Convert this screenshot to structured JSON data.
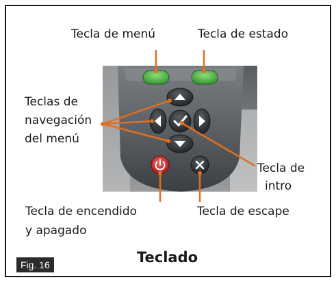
{
  "labels": {
    "menu_key": "Tecla de menú",
    "status_key": "Tecla de estado",
    "nav_keys_line1": "Teclas de",
    "nav_keys_line2": "navegación",
    "nav_keys_line3": "del menú",
    "enter_key_line1": "Tecla de",
    "enter_key_line2": "intro",
    "power_key_line1": "Tecla de encendido",
    "power_key_line2": "y apagado",
    "escape_key": "Tecla de escape"
  },
  "figure": {
    "badge": "Fig. 16",
    "caption": "Teclado"
  },
  "colors": {
    "leader_line": "#e0701f",
    "green_key": "#3fae3f",
    "power_key": "#d42a2a",
    "keypad_body": "#5b5f63",
    "nav_key": "#3a3d40",
    "badge_bg": "#2b2b2b"
  },
  "icons": {
    "menu_key": "green-button",
    "status_key": "green-button",
    "nav_up": "arrow-up-icon",
    "nav_down": "arrow-down-icon",
    "nav_left": "arrow-left-icon",
    "nav_right": "arrow-right-icon",
    "enter": "checkmark-icon",
    "power": "power-icon",
    "escape": "close-icon"
  }
}
